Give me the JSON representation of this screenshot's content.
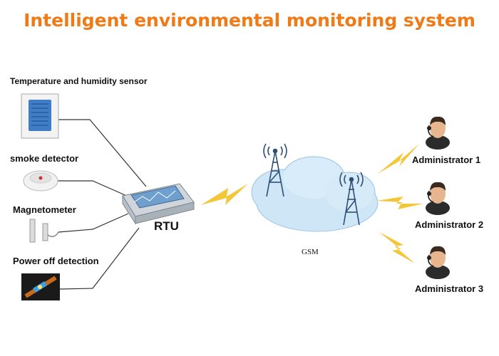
{
  "title": "Intelligent environmental monitoring system",
  "colors": {
    "title": "#f07a16",
    "bolt": "#f4c63a",
    "cloud": "#cfe6f7",
    "tower": "#2f4f78",
    "rtu_body": "#d8dde3",
    "rtu_screen": "#5f8fbf"
  },
  "sensors": [
    {
      "label": "Temperature and humidity sensor",
      "icon": "temperature-humidity-sensor-icon"
    },
    {
      "label": "smoke detector",
      "icon": "smoke-detector-icon"
    },
    {
      "label": "Magnetometer",
      "icon": "magnetometer-icon"
    },
    {
      "label": "Power off detection",
      "icon": "power-off-detection-icon"
    }
  ],
  "rtu": {
    "label": "RTU",
    "icon": "rtu-device-icon"
  },
  "network": {
    "label": "GSM",
    "icon": "cloud-icon"
  },
  "admins": [
    {
      "label": "Administrator 1",
      "icon": "administrator-icon"
    },
    {
      "label": "Administrator 2",
      "icon": "administrator-icon"
    },
    {
      "label": "Administrator 3",
      "icon": "administrator-icon"
    }
  ]
}
